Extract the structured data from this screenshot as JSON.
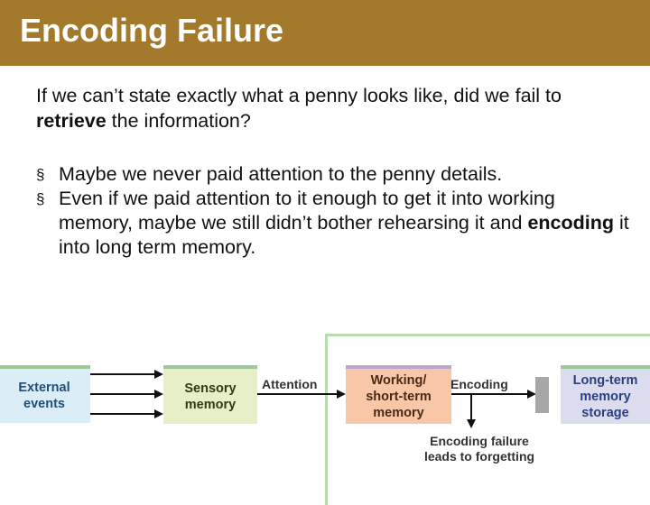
{
  "slide": {
    "title": "Encoding Failure",
    "question": {
      "before": "If we can’t state exactly what a penny looks like, did we fail to ",
      "emph": "retrieve",
      "after": " the information?"
    },
    "bullets": [
      {
        "text": "Maybe we never paid attention to the penny details."
      },
      {
        "before": "Even if we paid attention to it enough to get it into working memory, maybe we still didn’t bother rehearsing it and ",
        "emph": "encoding",
        "after": " it into long term memory."
      }
    ],
    "bullet_symbol": "§"
  },
  "diagram": {
    "external": "External events",
    "sensory": "Sensory memory",
    "attention": "Attention",
    "working": "Working/ short-term memory",
    "encoding": "Encoding",
    "longterm": "Long-term memory storage",
    "failure": "Encoding failure leads to forgetting",
    "colors": {
      "external_fill": "#dbeef8",
      "sensory_fill": "#e6efc7",
      "working_fill": "#f7c7a7",
      "longterm_fill": "#dcdcef",
      "box_top": "#9cc89a",
      "working_top": "#b9a6cf",
      "longterm_top": "#9cc89a",
      "external_text": "#1f4e79",
      "sensory_text": "#2d3a1a",
      "working_text": "#4a2a14",
      "longterm_text": "#2a3f80"
    }
  }
}
